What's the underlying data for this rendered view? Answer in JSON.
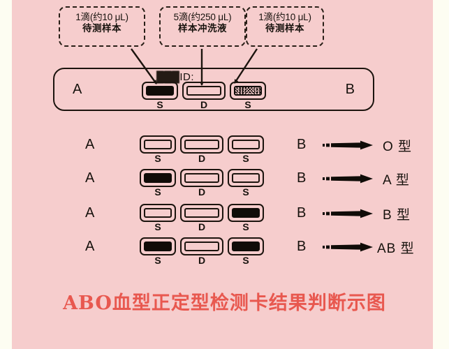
{
  "colors": {
    "page_background": "#fdfdf2",
    "panel_background": "#f6cdcd",
    "ink": "#17120d",
    "caption_color": "#e8584f",
    "well_fill": "#100c08"
  },
  "callouts": [
    {
      "id": "sample-left",
      "line1": "1滴(约10 μL)",
      "line2": "待测样本"
    },
    {
      "id": "wash-middle",
      "line1": "5滴(约250 μL)",
      "line2": "样本冲洗液"
    },
    {
      "id": "sample-right",
      "line1": "1滴(约10 μL)",
      "line2": "待测样本"
    }
  ],
  "top_card": {
    "id_label": "ID:",
    "id_prefix_redacted": "███",
    "left_letter": "A",
    "right_letter": "B",
    "wells": [
      {
        "position": "S",
        "label": "S",
        "state": "filled"
      },
      {
        "position": "D",
        "label": "D",
        "state": "empty"
      },
      {
        "position": "S",
        "label": "S",
        "state": "speckled"
      }
    ]
  },
  "result_rows": [
    {
      "left_letter": "A",
      "right_letter": "B",
      "wells": [
        {
          "label": "S",
          "state": "empty"
        },
        {
          "label": "D",
          "state": "empty"
        },
        {
          "label": "S",
          "state": "empty"
        }
      ],
      "result": "O 型"
    },
    {
      "left_letter": "A",
      "right_letter": "B",
      "wells": [
        {
          "label": "S",
          "state": "filled"
        },
        {
          "label": "D",
          "state": "empty"
        },
        {
          "label": "S",
          "state": "empty"
        }
      ],
      "result": "A 型"
    },
    {
      "left_letter": "A",
      "right_letter": "B",
      "wells": [
        {
          "label": "S",
          "state": "empty"
        },
        {
          "label": "D",
          "state": "empty"
        },
        {
          "label": "S",
          "state": "filled"
        }
      ],
      "result": "B 型"
    },
    {
      "left_letter": "A",
      "right_letter": "B",
      "wells": [
        {
          "label": "S",
          "state": "filled"
        },
        {
          "label": "D",
          "state": "empty"
        },
        {
          "label": "S",
          "state": "filled"
        }
      ],
      "result": "AB 型"
    }
  ],
  "caption": "ABO血型正定型检测卡结果判断示图"
}
